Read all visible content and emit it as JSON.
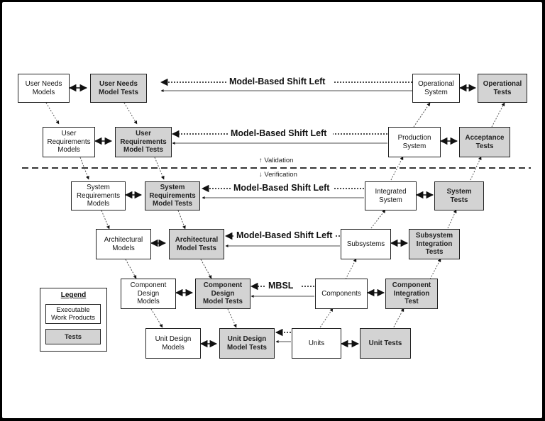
{
  "work_products": {
    "user_needs_models": "User Needs\nModels",
    "user_requirements_models": "User\nRequirements\nModels",
    "system_requirements_models": "System\nRequirements\nModels",
    "architectural_models": "Architectural\nModels",
    "component_design_models": "Component\nDesign\nModels",
    "unit_design_models": "Unit Design\nModels",
    "operational_system": "Operational\nSystem",
    "production_system": "Production\nSystem",
    "integrated_system": "Integrated\nSystem",
    "subsystems": "Subsystems",
    "components": "Components",
    "units": "Units"
  },
  "tests": {
    "user_needs_model_tests": "User Needs\nModel Tests",
    "user_requirements_model_tests": "User\nRequirements\nModel Tests",
    "system_requirements_model_tests": "System\nRequirements\nModel Tests",
    "architectural_model_tests": "Architectural\nModel Tests",
    "component_design_model_tests": "Component\nDesign\nModel Tests",
    "unit_design_model_tests": "Unit Design\nModel Tests",
    "operational_tests": "Operational\nTests",
    "acceptance_tests": "Acceptance\nTests",
    "system_tests": "System\nTests",
    "subsystem_integration_tests": "Subsystem\nIntegration\nTests",
    "component_integration_test": "Component\nIntegration\nTest",
    "unit_tests": "Unit Tests"
  },
  "shift_labels": {
    "row1": "Model-Based Shift Left",
    "row2": "Model-Based Shift Left",
    "row3": "Model-Based Shift Left",
    "row4": "Model-Based Shift Left",
    "row5": "MBSL"
  },
  "divider": {
    "validation": "↑ Validation",
    "verification": "↓ Verification"
  },
  "legend": {
    "title": "Legend",
    "executable": "Executable\nWork Products",
    "tests": "Tests"
  },
  "colors": {
    "test_fill": "#d3d3d3",
    "work_product_fill": "#ffffff",
    "frame": "#000000"
  }
}
